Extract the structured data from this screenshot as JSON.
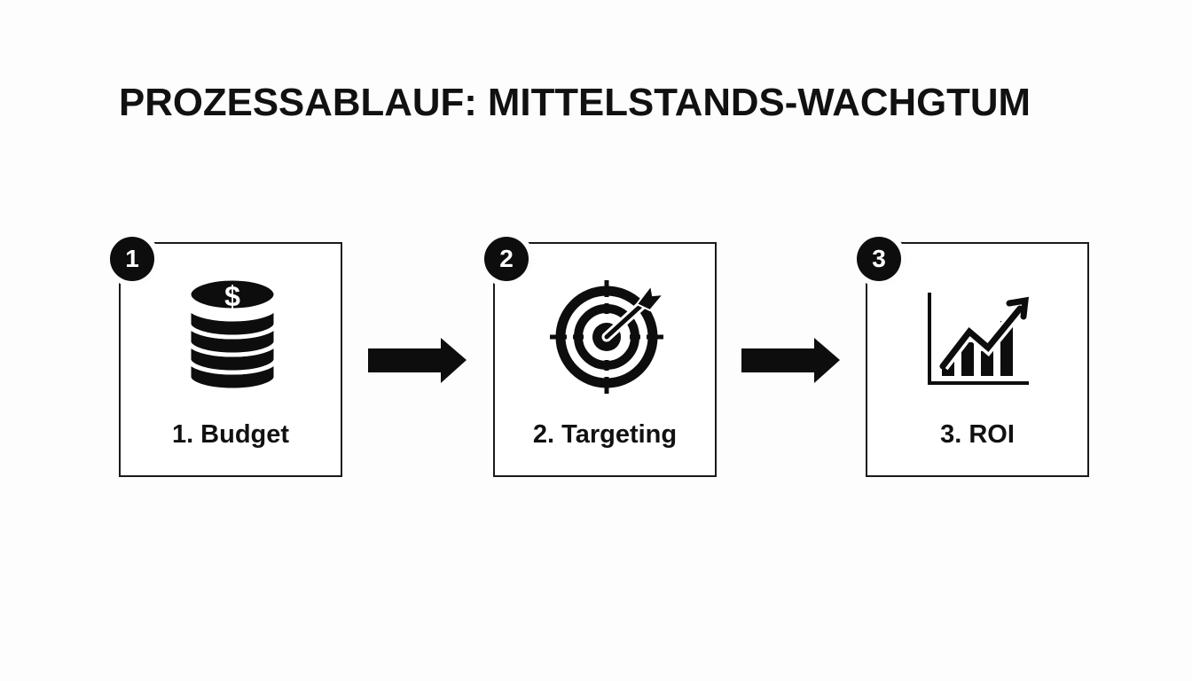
{
  "title": "PROZESSABLAUF: MITTELSTANDS-WACHGTUM",
  "steps": [
    {
      "number": "1",
      "label": "1. Budget",
      "icon": "coin-stack-dollar-icon"
    },
    {
      "number": "2",
      "label": "2. Targeting",
      "icon": "target-arrow-icon"
    },
    {
      "number": "3",
      "label": "3. ROI",
      "icon": "growth-chart-icon"
    }
  ],
  "connectors": [
    {
      "from": "1",
      "to": "2",
      "icon": "arrow-right-icon"
    },
    {
      "from": "2",
      "to": "3",
      "icon": "arrow-right-icon"
    }
  ],
  "colors": {
    "ink": "#0d0d0d",
    "background": "#fdfdfd",
    "box_border": "#1a1a1a"
  }
}
